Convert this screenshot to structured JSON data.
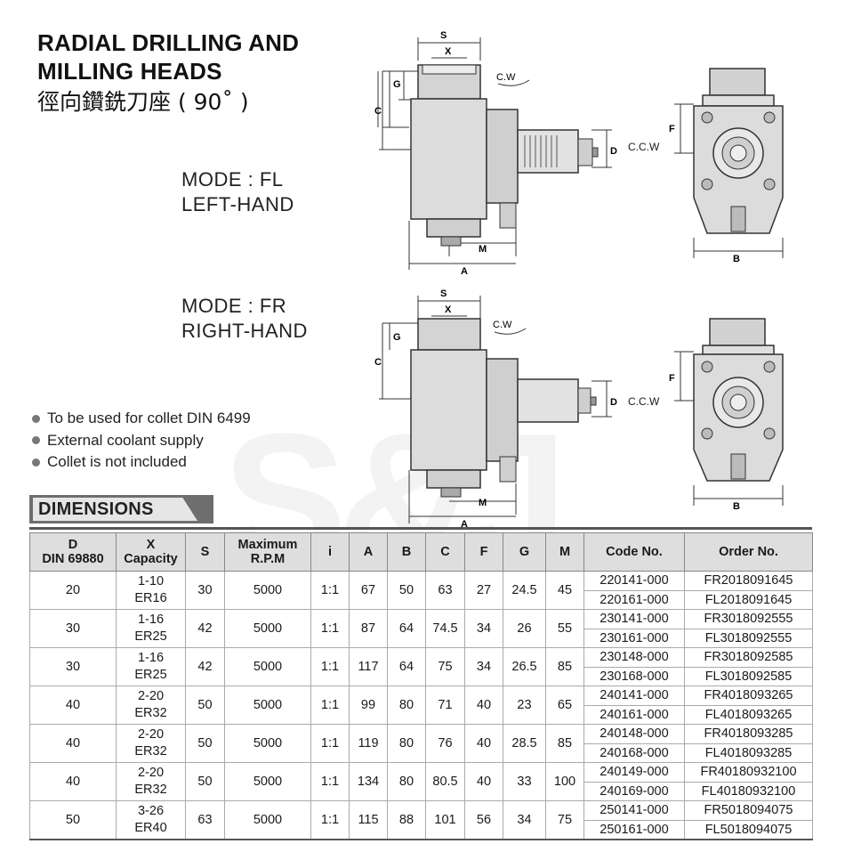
{
  "title_line1": "RADIAL DRILLING AND",
  "title_line2": "MILLING HEADS",
  "title_cn": "徑向鑽銑刀座 ( 90˚ )",
  "mode_fl": {
    "line1": "MODE : FL",
    "line2": "LEFT-HAND"
  },
  "mode_fr": {
    "line1": "MODE : FR",
    "line2": "RIGHT-HAND"
  },
  "drawing_labels": {
    "S": "S",
    "X": "X",
    "G": "G",
    "C": "C",
    "D": "D",
    "M": "M",
    "A": "A",
    "B": "B",
    "F": "F",
    "cw": "C.W",
    "ccw": "C.C.W"
  },
  "bullets": [
    "To be used for collet DIN 6499",
    "External coolant supply",
    "Collet is not included"
  ],
  "watermark": "S&J",
  "dimensions_label": "DIMENSIONS",
  "table": {
    "headers": {
      "d_line1": "D",
      "d_line2": "DIN 69880",
      "x_line1": "X",
      "x_line2": "Capacity",
      "s": "S",
      "rpm_line1": "Maximum",
      "rpm_line2": "R.P.M",
      "i": "i",
      "a": "A",
      "b": "B",
      "c": "C",
      "f": "F",
      "g": "G",
      "m": "M",
      "code": "Code No.",
      "order": "Order No."
    },
    "groups": [
      {
        "d": "20",
        "x1": "1-10",
        "x2": "ER16",
        "s": "30",
        "rpm": "5000",
        "i": "1:1",
        "a": "67",
        "b": "50",
        "c": "63",
        "f": "27",
        "g": "24.5",
        "m": "45",
        "rows": [
          {
            "code": "220141-000",
            "order": "FR2018091645"
          },
          {
            "code": "220161-000",
            "order": "FL2018091645"
          }
        ]
      },
      {
        "d": "30",
        "x1": "1-16",
        "x2": "ER25",
        "s": "42",
        "rpm": "5000",
        "i": "1:1",
        "a": "87",
        "b": "64",
        "c": "74.5",
        "f": "34",
        "g": "26",
        "m": "55",
        "rows": [
          {
            "code": "230141-000",
            "order": "FR3018092555"
          },
          {
            "code": "230161-000",
            "order": "FL3018092555"
          }
        ]
      },
      {
        "d": "30",
        "x1": "1-16",
        "x2": "ER25",
        "s": "42",
        "rpm": "5000",
        "i": "1:1",
        "a": "117",
        "b": "64",
        "c": "75",
        "f": "34",
        "g": "26.5",
        "m": "85",
        "rows": [
          {
            "code": "230148-000",
            "order": "FR3018092585"
          },
          {
            "code": "230168-000",
            "order": "FL3018092585"
          }
        ]
      },
      {
        "d": "40",
        "x1": "2-20",
        "x2": "ER32",
        "s": "50",
        "rpm": "5000",
        "i": "1:1",
        "a": "99",
        "b": "80",
        "c": "71",
        "f": "40",
        "g": "23",
        "m": "65",
        "rows": [
          {
            "code": "240141-000",
            "order": "FR4018093265"
          },
          {
            "code": "240161-000",
            "order": "FL4018093265"
          }
        ]
      },
      {
        "d": "40",
        "x1": "2-20",
        "x2": "ER32",
        "s": "50",
        "rpm": "5000",
        "i": "1:1",
        "a": "119",
        "b": "80",
        "c": "76",
        "f": "40",
        "g": "28.5",
        "m": "85",
        "rows": [
          {
            "code": "240148-000",
            "order": "FR4018093285"
          },
          {
            "code": "240168-000",
            "order": "FL4018093285"
          }
        ]
      },
      {
        "d": "40",
        "x1": "2-20",
        "x2": "ER32",
        "s": "50",
        "rpm": "5000",
        "i": "1:1",
        "a": "134",
        "b": "80",
        "c": "80.5",
        "f": "40",
        "g": "33",
        "m": "100",
        "rows": [
          {
            "code": "240149-000",
            "order": "FR40180932100"
          },
          {
            "code": "240169-000",
            "order": "FL40180932100"
          }
        ]
      },
      {
        "d": "50",
        "x1": "3-26",
        "x2": "ER40",
        "s": "63",
        "rpm": "5000",
        "i": "1:1",
        "a": "115",
        "b": "88",
        "c": "101",
        "f": "56",
        "g": "34",
        "m": "75",
        "rows": [
          {
            "code": "250141-000",
            "order": "FR5018094075"
          },
          {
            "code": "250161-000",
            "order": "FL5018094075"
          }
        ]
      }
    ]
  }
}
